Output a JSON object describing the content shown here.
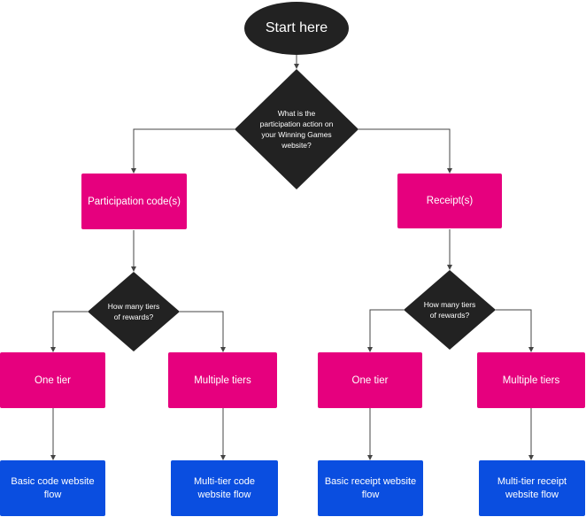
{
  "colors": {
    "start": "#222222",
    "decision": "#222222",
    "step": "#e6007e",
    "result": "#0a4ee0",
    "connector": "#444444"
  },
  "start": {
    "label": "Start here"
  },
  "decision_main": {
    "label": "What is the participation action on your Winning Games website?"
  },
  "branches": {
    "code": {
      "label": "Participation code(s)"
    },
    "receipt": {
      "label": "Receipt(s)"
    }
  },
  "decision_tiers_code": {
    "label": "How many tiers of rewards?"
  },
  "decision_tiers_receipt": {
    "label": "How many tiers of rewards?"
  },
  "tiers": {
    "code_one": {
      "label": "One tier"
    },
    "code_multi": {
      "label": "Multiple tiers"
    },
    "receipt_one": {
      "label": "One tier"
    },
    "receipt_multi": {
      "label": "Multiple tiers"
    }
  },
  "results": {
    "code_basic": {
      "label": "Basic code website flow"
    },
    "code_multi": {
      "label": "Multi-tier code website flow"
    },
    "receipt_basic": {
      "label": "Basic receipt website flow"
    },
    "receipt_multi": {
      "label": "Multi-tier receipt website flow"
    }
  }
}
